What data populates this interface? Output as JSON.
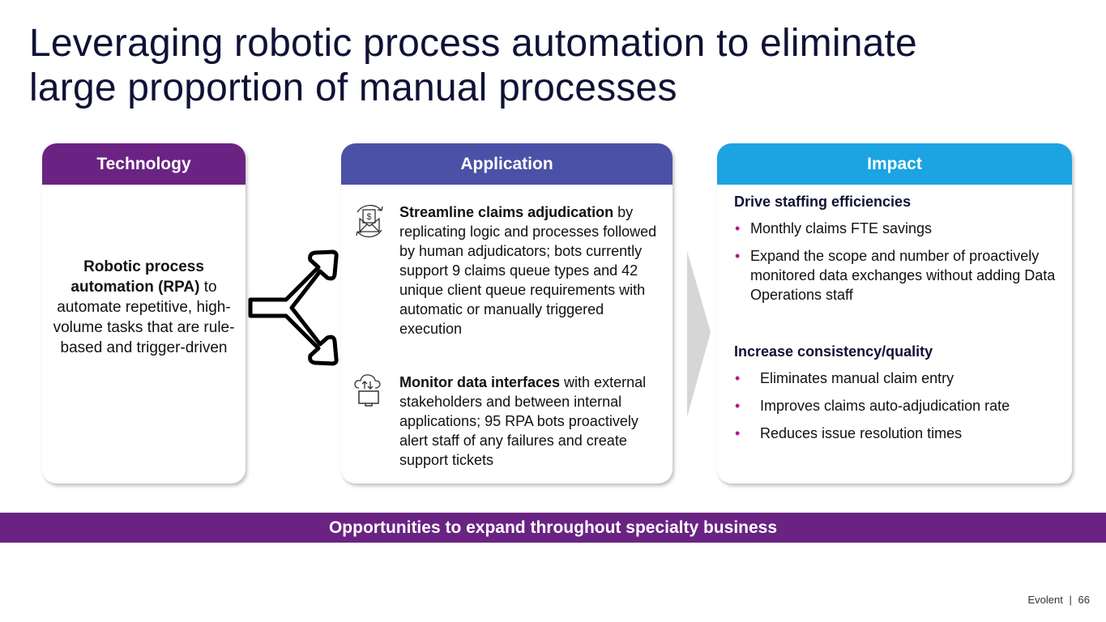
{
  "title": "Leveraging robotic process automation to eliminate large proportion of manual processes",
  "colors": {
    "technology": "#6a2383",
    "application": "#4a51a7",
    "impact": "#1ba3e2",
    "bullet": "#c0168c",
    "banner": "#6a2383"
  },
  "technology": {
    "header": "Technology",
    "bold": "Robotic process automation (RPA)",
    "text": " to automate repetitive, high-volume tasks that are rule-based and trigger-driven"
  },
  "application": {
    "header": "Application",
    "items": [
      {
        "icon": "envelope-dollar-cycle-icon",
        "bold": "Streamline claims adjudication",
        "text": " by replicating logic and processes followed by human adjudicators; bots currently support 9 claims queue types and 42 unique client queue requirements with automatic or manually triggered execution"
      },
      {
        "icon": "cloud-monitor-icon",
        "bold": "Monitor data interfaces",
        "text": " with external stakeholders and between internal applications; 95 RPA bots proactively alert staff of any failures and create support tickets"
      }
    ]
  },
  "impact": {
    "header": "Impact",
    "sections": [
      {
        "heading": "Drive staffing efficiencies",
        "bullets": [
          "Monthly claims FTE savings",
          "Expand the scope and number of proactively monitored data exchanges without adding Data Operations staff"
        ]
      },
      {
        "heading": "Increase consistency/quality",
        "bullets": [
          "Eliminates manual claim entry",
          "Improves claims auto-adjudication rate",
          "Reduces issue resolution times"
        ]
      }
    ]
  },
  "banner": "Opportunities to expand throughout specialty business",
  "footer": {
    "brand": "Evolent",
    "separator": "|",
    "page": "66"
  }
}
